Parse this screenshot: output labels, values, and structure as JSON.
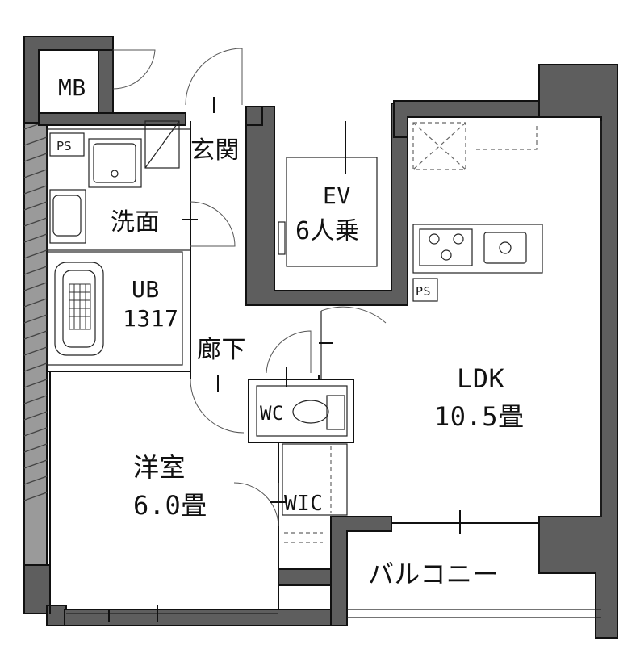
{
  "rooms": {
    "mb": "MB",
    "ps_top": "PS",
    "entrance": "玄関",
    "ev_title": "EV",
    "ev_capacity": "6人乗",
    "washroom": "洗面",
    "ub_title": "UB",
    "ub_size": "1317",
    "hallway": "廊下",
    "ps_kitchen": "PS",
    "wc": "WC",
    "ldk_title": "LDK",
    "ldk_size": "10.5畳",
    "western_title": "洋室",
    "western_size": "6.0畳",
    "wic": "WIC",
    "balcony": "バルコニー"
  },
  "colors": {
    "wall_fill": "#5e5e5e",
    "line": "#111111",
    "background": "#ffffff"
  }
}
